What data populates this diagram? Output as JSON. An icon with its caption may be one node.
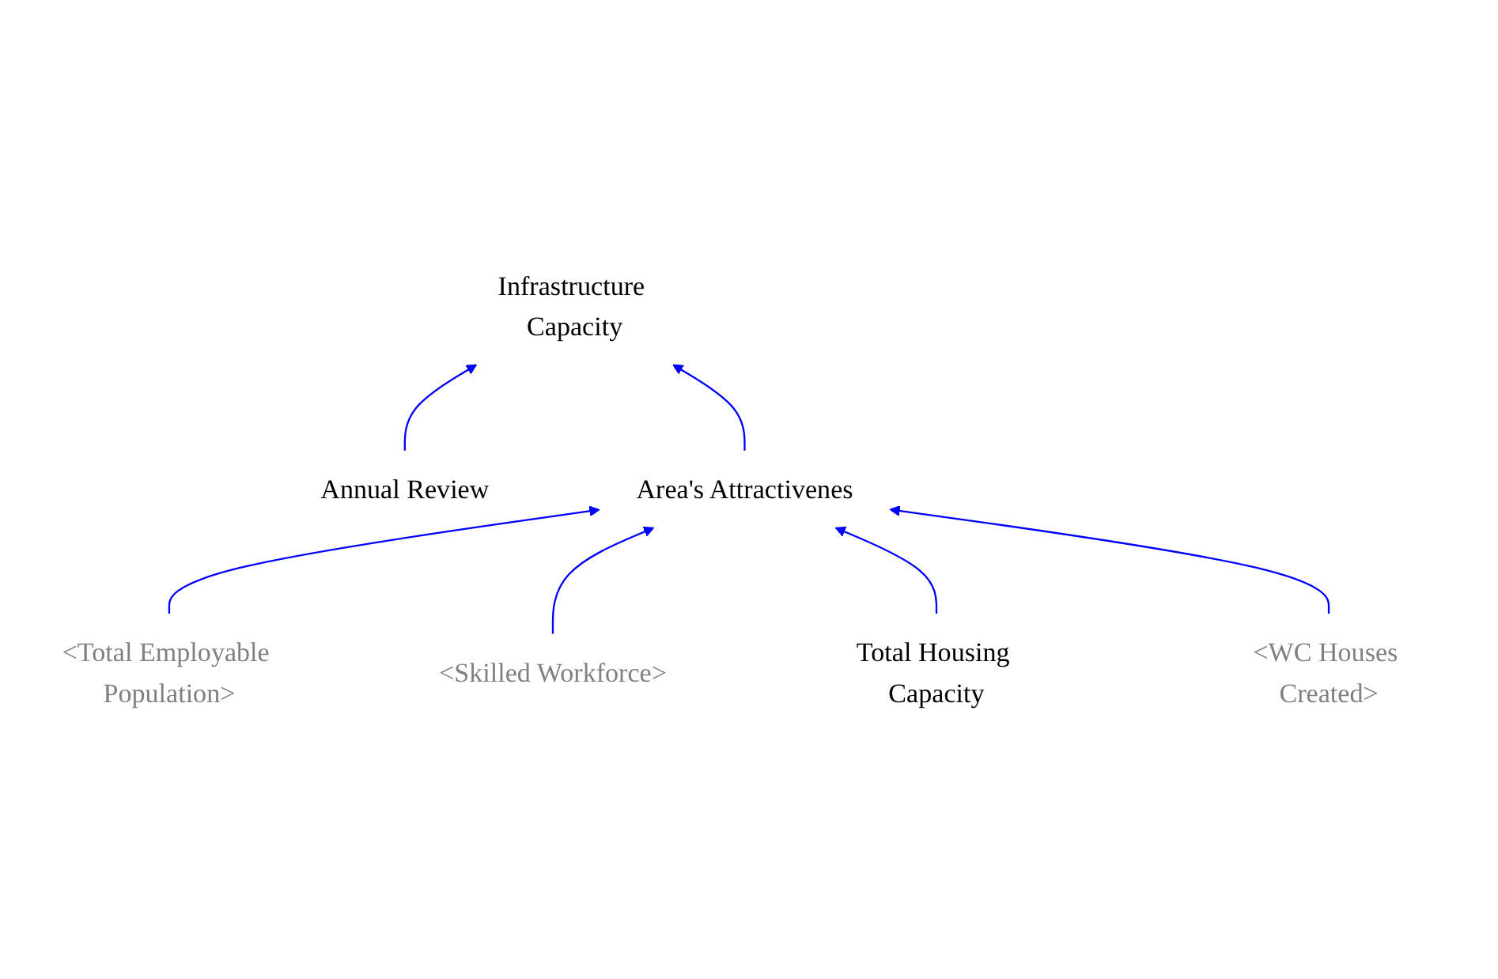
{
  "diagram": {
    "nodes": [
      {
        "text": [
          "Infrastructure Capacity"
        ]
      },
      {
        "text": [
          "Annual Review"
        ]
      },
      {
        "text": [
          "<Total Employable Population>"
        ]
      },
      {
        "text": [
          "<Skilled Workforce>"
        ]
      },
      {
        "text": [
          "Area's Attractivenes"
        ]
      },
      {
        "text": [
          "Total Housing Capacity"
        ]
      },
      {
        "text": [
          "<WC Houses Created>"
        ]
      }
    ],
    "edges": [
      {
        "from": 1,
        "to": 0,
        "arrow": "to"
      },
      {
        "from": 4,
        "to": 0,
        "arrow": "to"
      },
      {
        "from": 2,
        "to": 4,
        "arrow": "to"
      },
      {
        "from": 3,
        "to": 4,
        "arrow": "to"
      },
      {
        "from": 5,
        "to": 4,
        "arrow": "to"
      },
      {
        "from": 6,
        "to": 4,
        "arrow": "to"
      }
    ]
  }
}
